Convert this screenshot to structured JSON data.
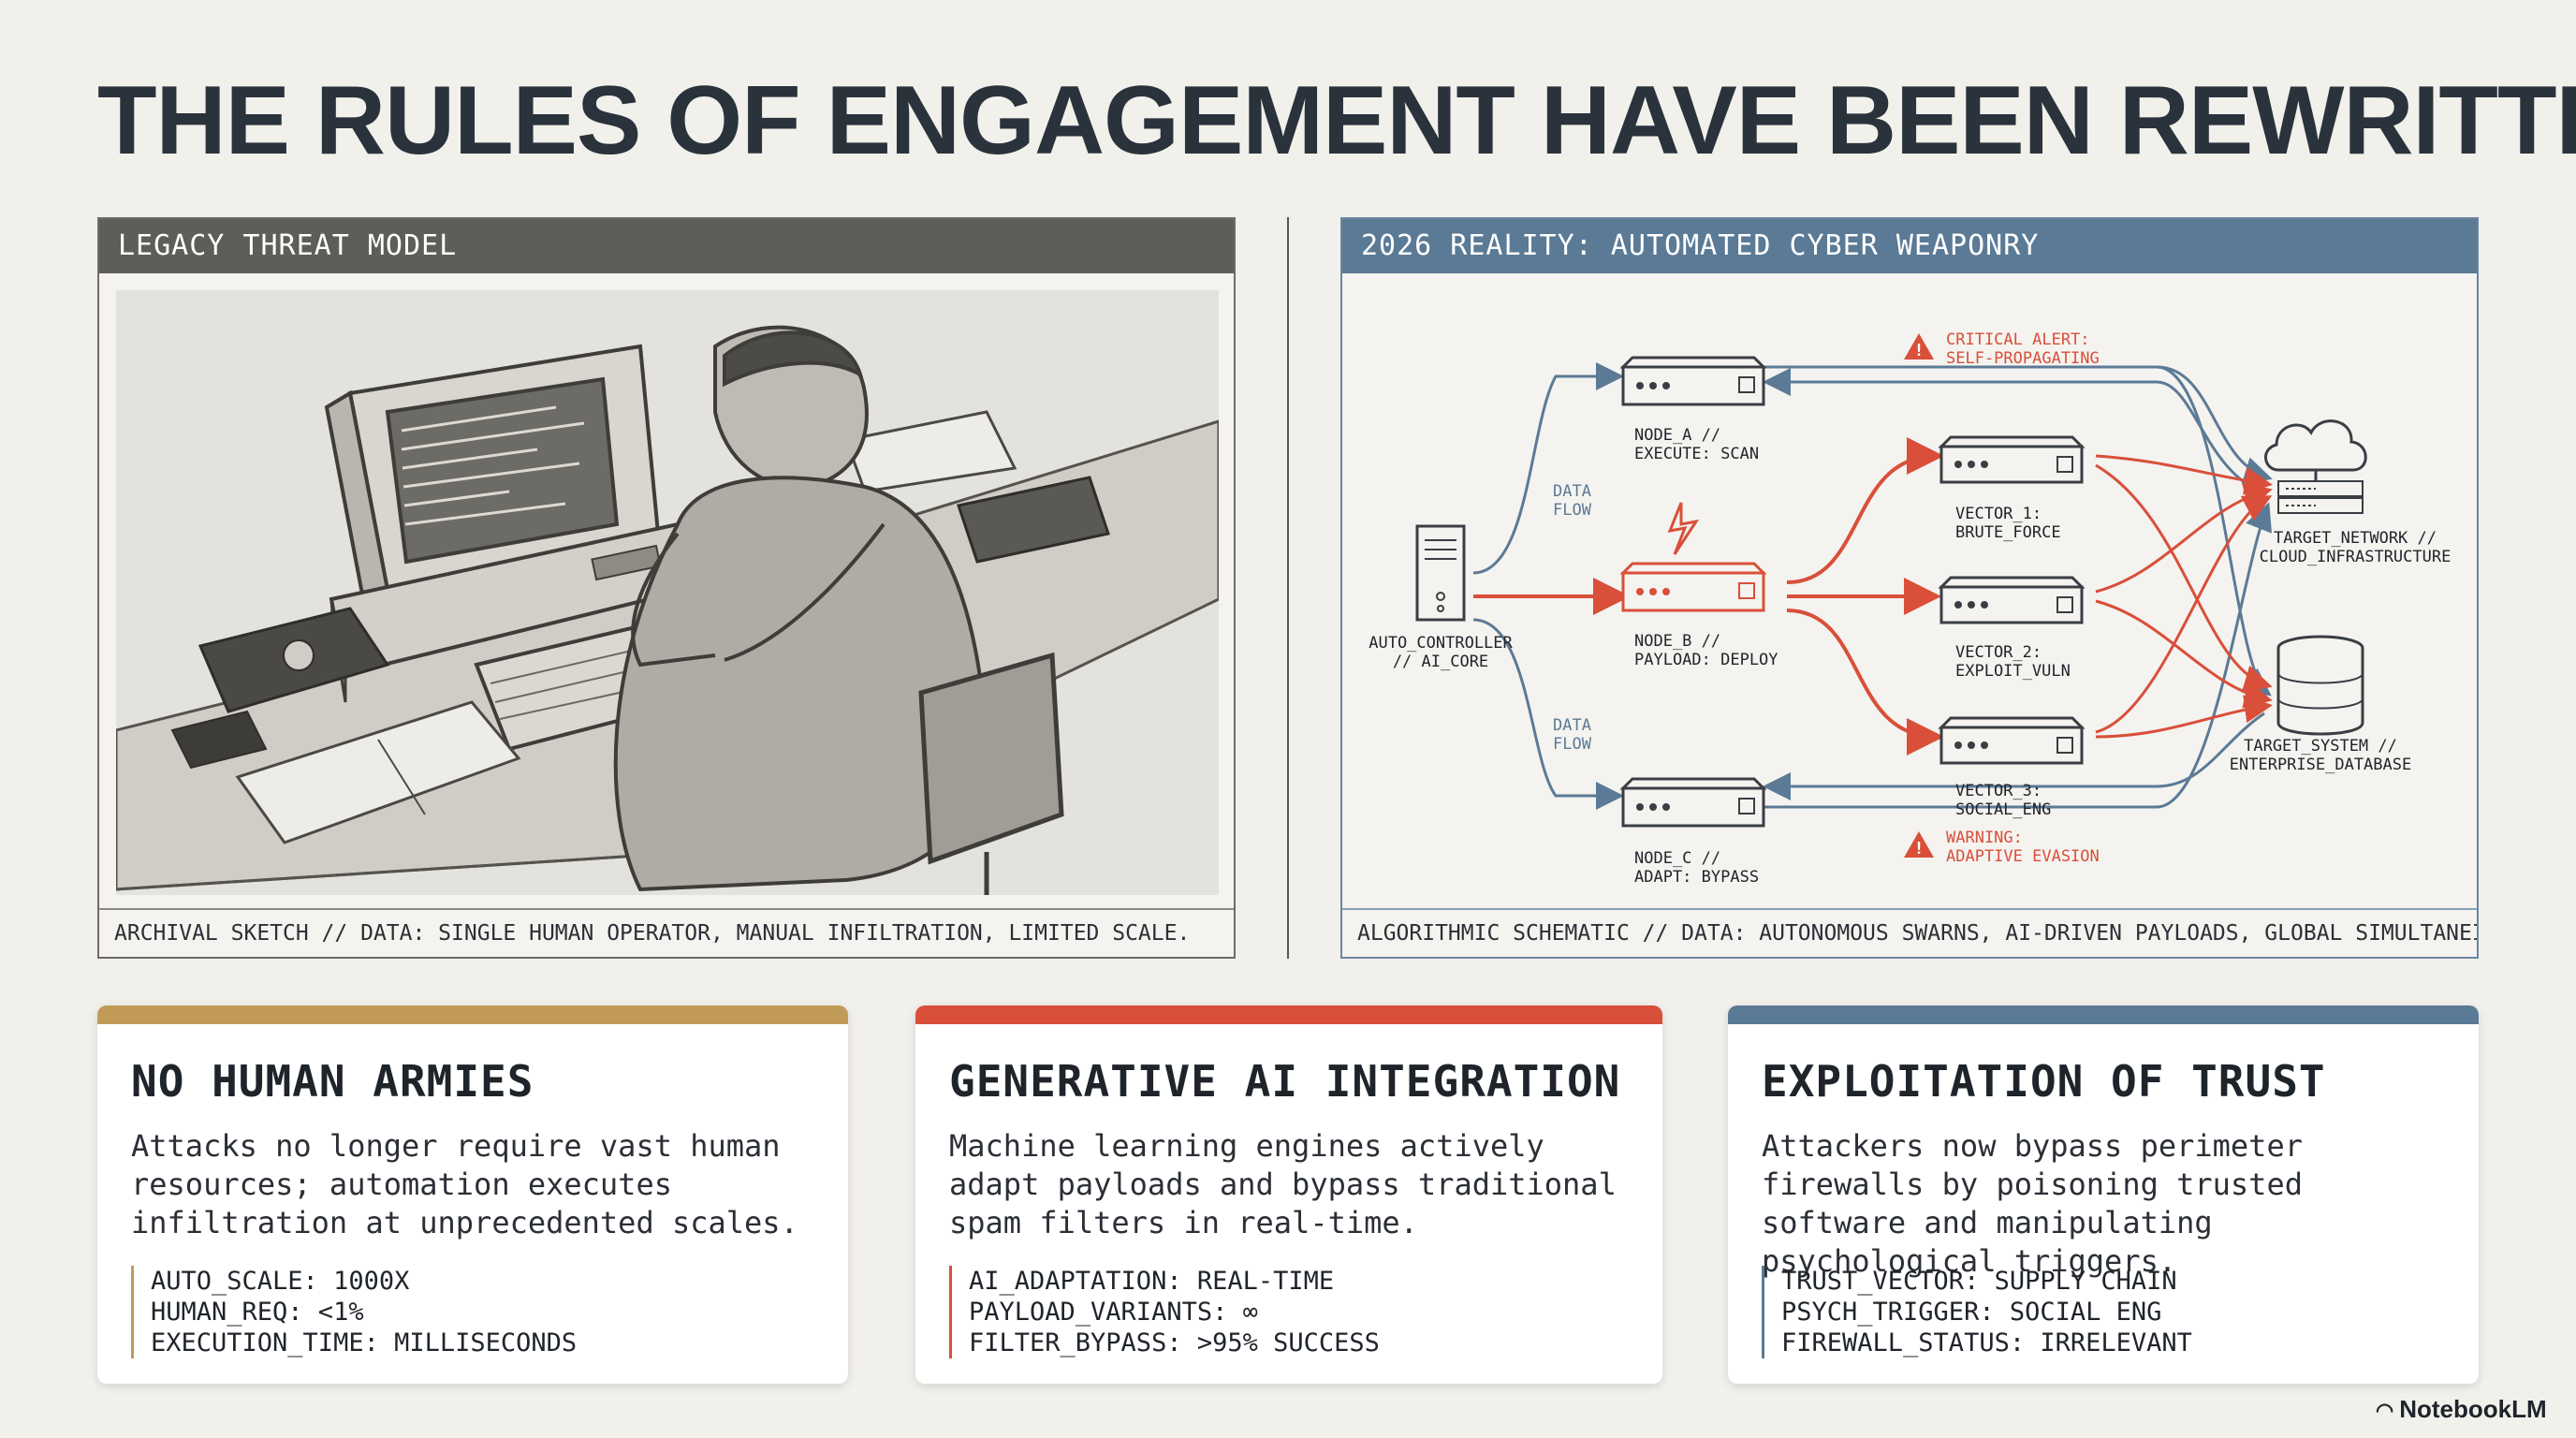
{
  "title": "THE RULES OF ENGAGEMENT HAVE BEEN REWRITTEN",
  "legacy": {
    "header": "LEGACY THREAT MODEL",
    "caption": "ARCHIVAL SKETCH // DATA: SINGLE HUMAN OPERATOR, MANUAL INFILTRATION, LIMITED SCALE."
  },
  "reality": {
    "header": "2026 REALITY: AUTOMATED CYBER WEAPONRY",
    "caption": "ALGORITHMIC SCHEMATIC // DATA: AUTONOMOUS SWARNS, AI-DRIVEN PAYLOADS, GLOBAL SIMULTANEITY.",
    "controller": [
      "AUTO_CONTROLLER",
      "// AI_CORE"
    ],
    "node_a": [
      "NODE_A //",
      "EXECUTE: SCAN"
    ],
    "node_b": [
      "NODE_B //",
      "PAYLOAD: DEPLOY"
    ],
    "node_c": [
      "NODE_C //",
      "ADAPT: BYPASS"
    ],
    "vector_1": [
      "VECTOR_1:",
      "BRUTE_FORCE"
    ],
    "vector_2": [
      "VECTOR_2:",
      "EXPLOIT_VULN"
    ],
    "vector_3": [
      "VECTOR_3:",
      "SOCIAL_ENG"
    ],
    "target_network": [
      "TARGET_NETWORK //",
      "CLOUD_INFRASTRUCTURE"
    ],
    "target_system": [
      "TARGET_SYSTEM //",
      "ENTERPRISE_DATABASE"
    ],
    "data_flow": [
      "DATA",
      "FLOW"
    ],
    "alert_critical": [
      "CRITICAL ALERT:",
      "SELF-PROPAGATING"
    ],
    "alert_warning": [
      "WARNING:",
      "ADAPTIVE EVASION"
    ]
  },
  "cards": [
    {
      "title": "NO HUMAN ARMIES",
      "body": "Attacks no longer require vast human resources; automation executes infiltration at unprecedented scales.",
      "stats": [
        "AUTO_SCALE: 1000X",
        "HUMAN_REQ: <1%",
        "EXECUTION_TIME: MILLISECONDS"
      ]
    },
    {
      "title": "GENERATIVE AI INTEGRATION",
      "body": "Machine learning engines actively adapt payloads and bypass traditional spam filters in real-time.",
      "stats": [
        "AI_ADAPTATION: REAL-TIME",
        "PAYLOAD_VARIANTS: ∞",
        "FILTER_BYPASS: >95% SUCCESS"
      ]
    },
    {
      "title": "EXPLOITATION OF TRUST",
      "body": "Attackers now bypass perimeter firewalls by poisoning trusted software and manipulating psychological triggers.",
      "stats": [
        "TRUST_VECTOR: SUPPLY CHAIN",
        "PSYCH_TRIGGER: SOCIAL ENG",
        "FIREWALL_STATUS: IRRELEVANT"
      ]
    }
  ],
  "logo": "NotebookLM",
  "colors": {
    "red": "#d94f3a",
    "blue": "#5b7a96",
    "gold": "#c19a58"
  }
}
